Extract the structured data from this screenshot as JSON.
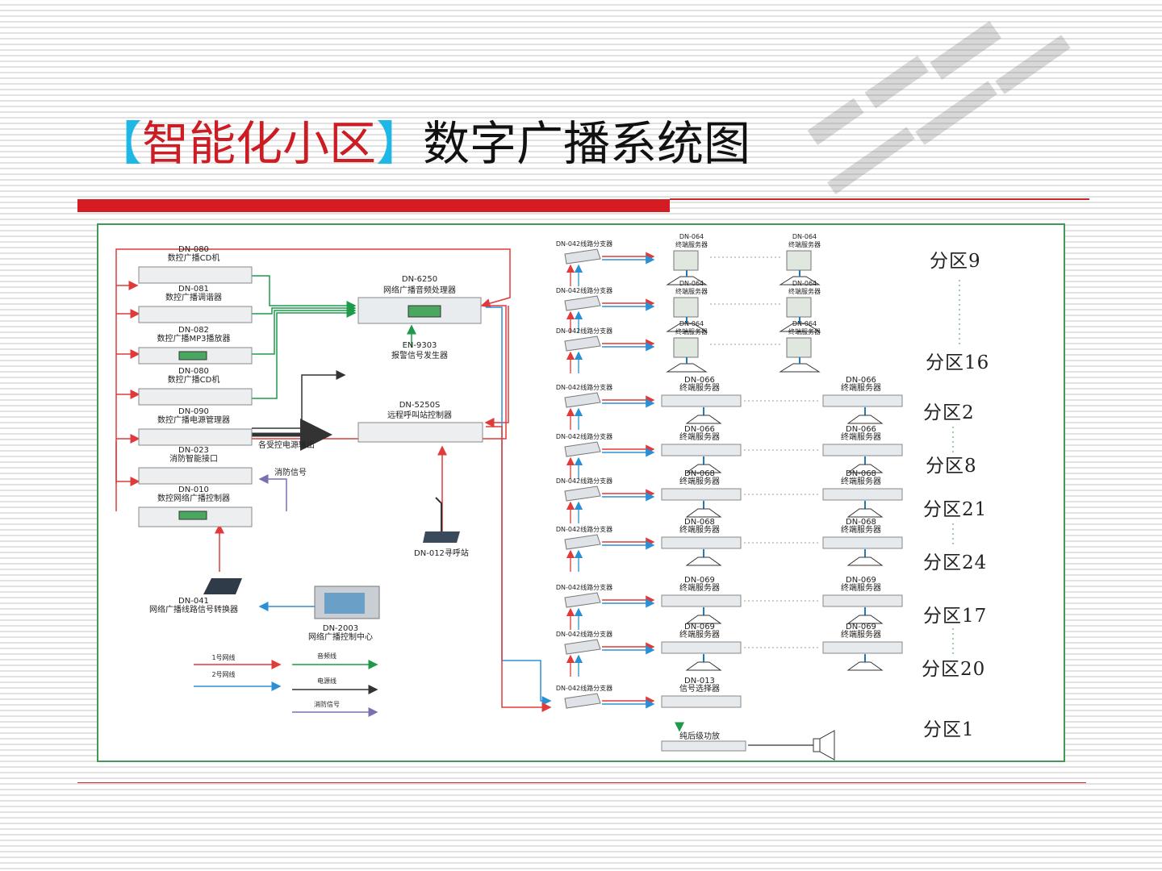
{
  "title": {
    "bracket_open": "【",
    "part1": "智能化小区",
    "bracket_close": "】",
    "part2": "数字广播系统图"
  },
  "colors": {
    "accent_red": "#d41c22",
    "bracket_cyan": "#1fb7e6",
    "frame_green": "#3f9a56",
    "line_red": "#e03a3a",
    "line_blue": "#2b8fd6",
    "line_green": "#1f9a4a"
  },
  "left_devices": [
    {
      "model": "DN-080",
      "name": "数控广播CD机"
    },
    {
      "model": "DN-081",
      "name": "数控广播调谐器"
    },
    {
      "model": "DN-082",
      "name": "数控广播MP3播放器"
    },
    {
      "model": "DN-080",
      "name": "数控广播CD机"
    },
    {
      "model": "DN-090",
      "name": "数控广播电源管理器"
    },
    {
      "model": "DN-023",
      "name": "消防智能接口"
    },
    {
      "model": "DN-010",
      "name": "数控网络广播控制器"
    }
  ],
  "center": {
    "processor": {
      "model": "DN-6250",
      "name": "网络广播音频处理器"
    },
    "alarm": {
      "model": "EN-9303",
      "name": "报警信号发生器"
    },
    "paging_ctrl": {
      "model": "DN-5250S",
      "name": "远程呼叫站控制器"
    },
    "paging_station": {
      "label": "DN-012寻呼站"
    },
    "power_out": "各受控电源输出",
    "fire_signal": "消防信号"
  },
  "bottom_left": {
    "converter": {
      "model": "DN-041",
      "name": "网络广播线路信号转换器"
    },
    "control_center": {
      "model": "DN-2003",
      "name": "网络广播控制中心"
    }
  },
  "legend": [
    {
      "label": "1号网线",
      "color": "#e03a3a"
    },
    {
      "label": "2号网线",
      "color": "#2b8fd6"
    },
    {
      "label": "音频线",
      "color": "#1f9a4a"
    },
    {
      "label": "电源线",
      "color": "#333333"
    },
    {
      "label": "消防信号",
      "color": "#7b6fb2"
    }
  ],
  "splitter_label": "DN-042线路分支器",
  "terminal_rows": [
    {
      "model": "DN-064",
      "name": "终端服务器"
    },
    {
      "model": "DN-064",
      "name": "终端服务器"
    },
    {
      "model": "DN-064",
      "name": "终端服务器"
    },
    {
      "model": "DN-066",
      "name": "终端服务器"
    },
    {
      "model": "DN-066",
      "name": "终端服务器"
    },
    {
      "model": "DN-068",
      "name": "终端服务器"
    },
    {
      "model": "DN-068",
      "name": "终端服务器"
    },
    {
      "model": "DN-069",
      "name": "终端服务器"
    },
    {
      "model": "DN-069",
      "name": "终端服务器"
    },
    {
      "model": "DN-013",
      "name": "信号选择器"
    }
  ],
  "amp_label": "纯后级功放",
  "zones": [
    "分区9",
    "分区16",
    "分区2",
    "分区8",
    "分区21",
    "分区24",
    "分区17",
    "分区20",
    "分区1"
  ]
}
